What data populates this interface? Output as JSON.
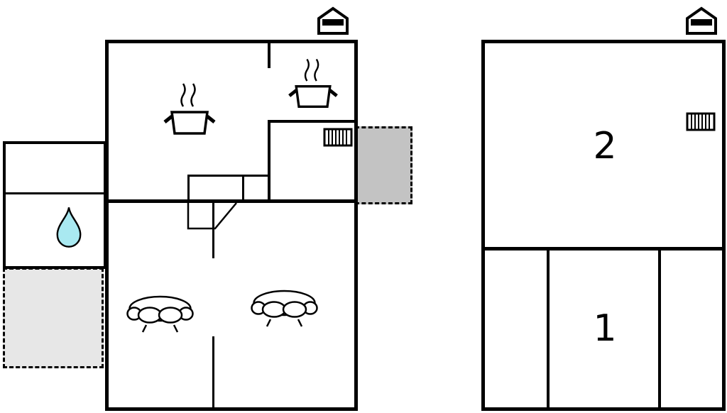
{
  "colors": {
    "wall": "#000000",
    "background": "#ffffff",
    "water": "#a9e9f1",
    "terrace-light": "#e7e7e7",
    "terrace-dark": "#c3c3c3"
  },
  "ground_floor": {
    "features": [
      "chimney-icon",
      "cooking-pot-icon",
      "cooking-pot-icon",
      "radiator-icon",
      "stairs",
      "door-swing",
      "sofa-icon",
      "sofa-icon",
      "water-drop-icon",
      "terrace-light",
      "terrace-dark"
    ]
  },
  "upper_floor": {
    "features": [
      "chimney-icon",
      "radiator-icon"
    ],
    "rooms": [
      {
        "label": "2"
      },
      {
        "label": "1"
      }
    ]
  }
}
